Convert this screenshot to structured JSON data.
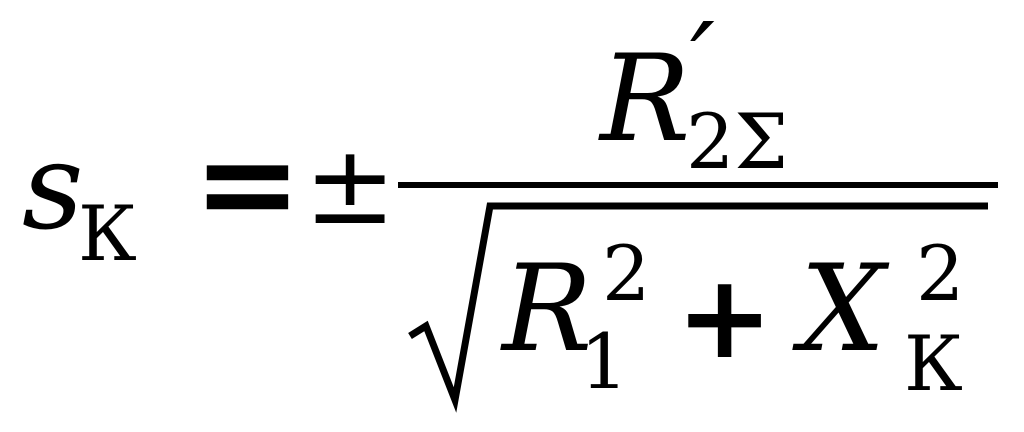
{
  "formula": {
    "lhs_var": "s",
    "lhs_sub": "К",
    "equals": "=",
    "plusminus": "±",
    "numerator": {
      "var": "R",
      "prime": "′",
      "sub": "2Σ"
    },
    "denominator": {
      "term1_var": "R",
      "term1_sup": "2",
      "term1_sub": "1",
      "plus": "+",
      "term2_var": "X",
      "term2_sup": "2",
      "term2_sub": "К"
    }
  }
}
